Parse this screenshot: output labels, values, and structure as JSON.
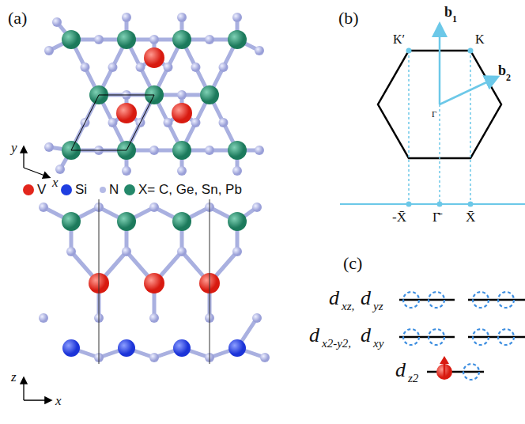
{
  "diagram": {
    "labels": [
      "(a)",
      "(b)",
      "(c)",
      "y",
      "x",
      "z",
      "x",
      "K′",
      "K",
      "b⃗",
      "1",
      "b⃗",
      "2",
      "Γ",
      "-X̄",
      "Γ̄",
      "X̄",
      "d",
      "xz,",
      "d",
      "yz",
      "d",
      "x2-y2,",
      "d",
      "xy",
      "d",
      "z2"
    ],
    "legend": [
      {
        "text": "V",
        "color": "#e3261c"
      },
      {
        "text": "Si",
        "color": "#1f3ee0"
      },
      {
        "text": "N",
        "color": "#b4bae6"
      },
      {
        "text": "X= C, Ge, Sn, Pb",
        "color": "#24886a"
      }
    ]
  }
}
